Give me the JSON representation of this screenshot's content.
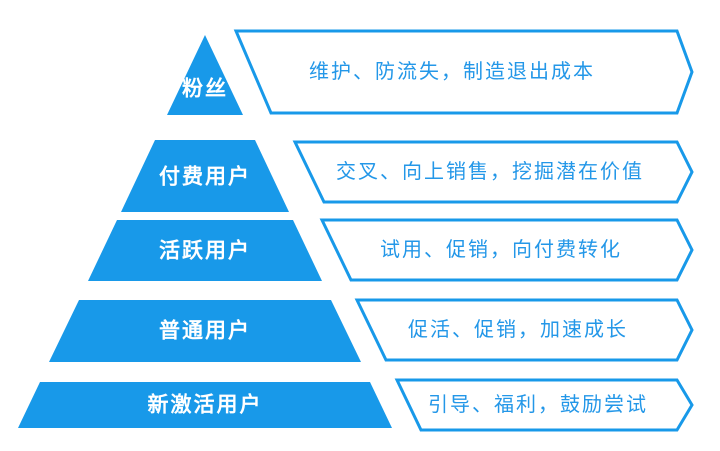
{
  "diagram": {
    "type": "pyramid",
    "colors": {
      "accent": "#1899E9",
      "banner_fill": "#ffffff",
      "banner_text": "#2397E8",
      "level_label_text": "#ffffff"
    },
    "levels": [
      {
        "label": "粉丝",
        "strategy": "维护、防流失，制造退出成本"
      },
      {
        "label": "付费用户",
        "strategy": "交叉、向上销售，挖掘潜在价值"
      },
      {
        "label": "活跃用户",
        "strategy": "试用、促销，向付费转化"
      },
      {
        "label": "普通用户",
        "strategy": "促活、促销，加速成长"
      },
      {
        "label": "新激活用户",
        "strategy": "引导、福利，鼓励尝试"
      }
    ]
  }
}
